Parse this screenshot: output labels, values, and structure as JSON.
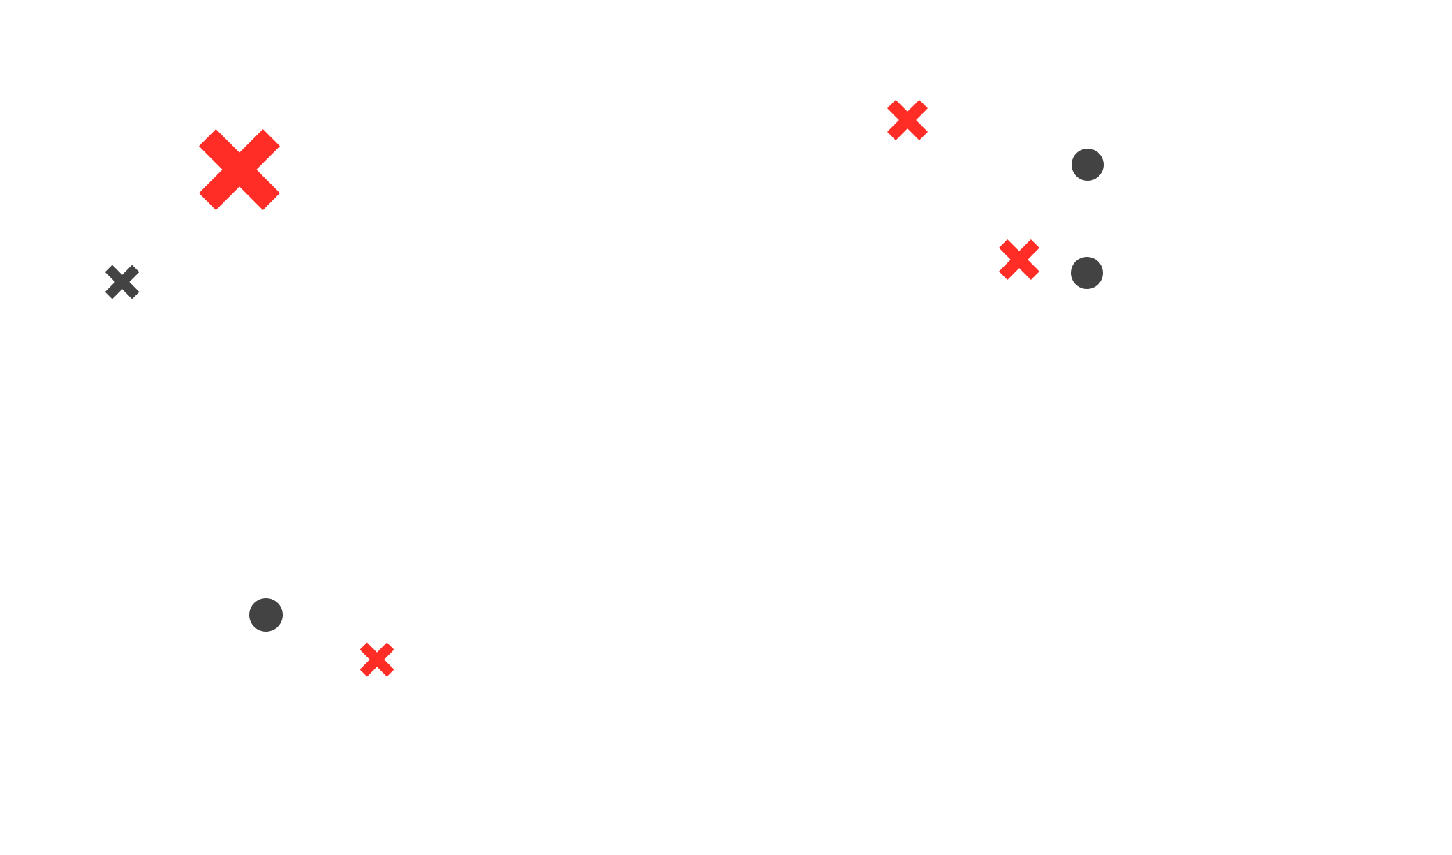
{
  "colors": {
    "red": "#ff2d26",
    "dark": "#434343",
    "background": "#ffffff"
  },
  "shapes": [
    {
      "kind": "cross",
      "color": "red",
      "name": "red-cross-large-icon"
    },
    {
      "kind": "cross",
      "color": "dark",
      "name": "dark-cross-icon"
    },
    {
      "kind": "cross",
      "color": "red",
      "name": "red-cross-top-right-icon"
    },
    {
      "kind": "cross",
      "color": "red",
      "name": "red-cross-middle-right-icon"
    },
    {
      "kind": "cross",
      "color": "red",
      "name": "red-cross-bottom-icon"
    },
    {
      "kind": "circle",
      "color": "dark",
      "name": "dark-circle-top-icon"
    },
    {
      "kind": "circle",
      "color": "dark",
      "name": "dark-circle-middle-icon"
    },
    {
      "kind": "circle",
      "color": "dark",
      "name": "dark-circle-bottom-icon"
    }
  ]
}
